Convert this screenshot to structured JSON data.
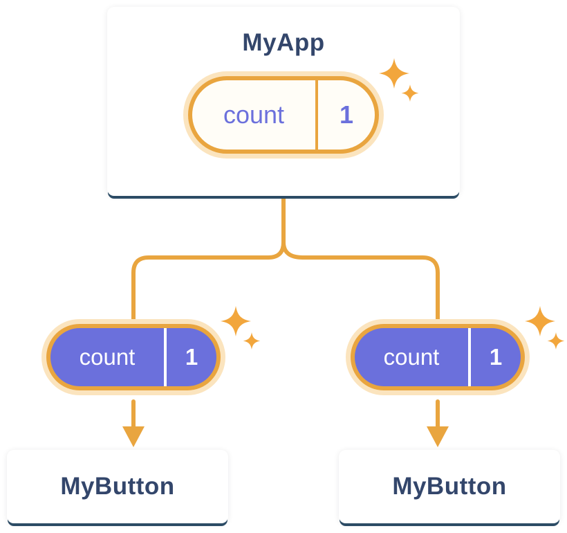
{
  "diagram": {
    "type": "component-state-tree",
    "root": {
      "title": "MyApp",
      "pill": {
        "label": "count",
        "value": "1",
        "variant": "light"
      }
    },
    "children": [
      {
        "title": "MyButton",
        "pill": {
          "label": "count",
          "value": "1",
          "variant": "dark"
        }
      },
      {
        "title": "MyButton",
        "pill": {
          "label": "count",
          "value": "1",
          "variant": "dark"
        }
      }
    ],
    "colors": {
      "amber": "#E9A53F",
      "amber_pale_ring": "#FBE4BE",
      "sparkle_orange": "#F2A63C",
      "purple": "#6B70DC",
      "title_navy": "#33466B",
      "card_bottom_shadow": "#2D4E68",
      "card_bg": "#FFFFFF",
      "light_pill_bg": "#FFFDF7"
    }
  }
}
